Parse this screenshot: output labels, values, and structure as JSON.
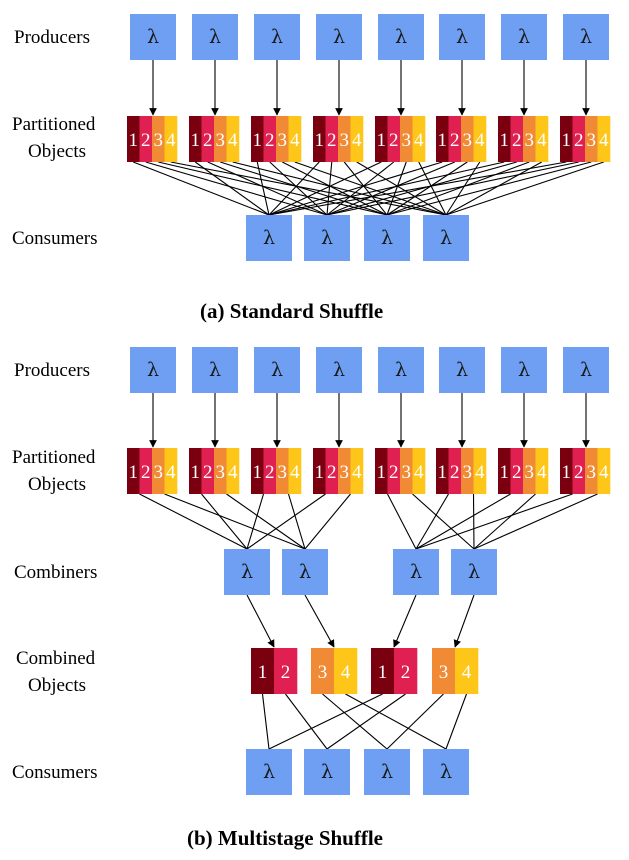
{
  "colors": {
    "function_box": "#6e9ff2",
    "partition_1": "#7a0010",
    "partition_2": "#e02050",
    "partition_3": "#f08a35",
    "partition_4": "#ffc61a",
    "line": "#000000"
  },
  "function_symbol": "λ",
  "partitions": [
    "1",
    "2",
    "3",
    "4"
  ],
  "panel_a": {
    "labels": {
      "producers": "Producers",
      "partitioned_line1": "Partitioned",
      "partitioned_line2": "Objects",
      "consumers": "Consumers"
    },
    "producer_count": 8,
    "consumer_count": 4,
    "caption": "(a) Standard Shuffle"
  },
  "panel_b": {
    "labels": {
      "producers": "Producers",
      "partitioned_line1": "Partitioned",
      "partitioned_line2": "Objects",
      "combiners": "Combiners",
      "combined_line1": "Combined",
      "combined_line2": "Objects",
      "consumers": "Consumers"
    },
    "producer_count": 8,
    "combiner_count": 4,
    "combined_objects": [
      [
        "1",
        "2"
      ],
      [
        "3",
        "4"
      ],
      [
        "1",
        "2"
      ],
      [
        "3",
        "4"
      ]
    ],
    "consumer_count": 4,
    "caption": "(b) Multistage Shuffle"
  }
}
